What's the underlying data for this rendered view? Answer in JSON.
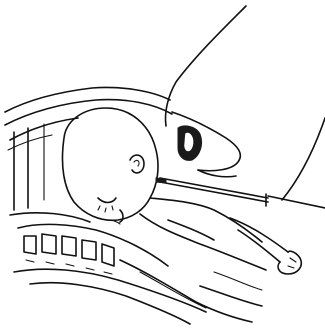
{
  "figure": {
    "caption": "",
    "parts": [
      "abdominal-wall",
      "uterus",
      "placenta-membrane",
      "fetus-head",
      "fetus-body",
      "fetus-arm",
      "needle",
      "spine",
      "maternal-soft-tissue"
    ]
  }
}
